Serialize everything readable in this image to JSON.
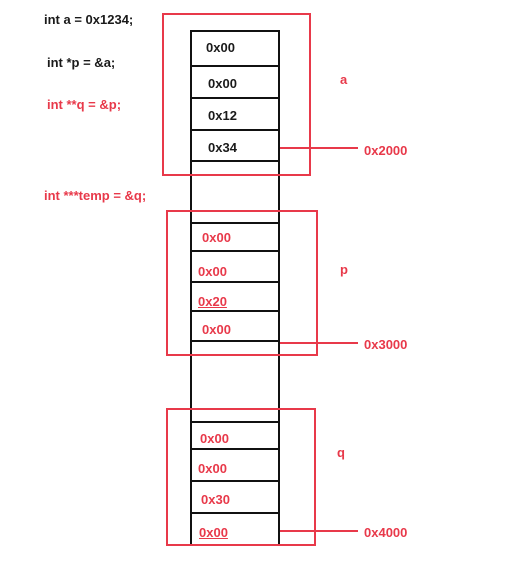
{
  "code_lines": [
    {
      "text": "int a = 0x1234;",
      "color": "#1a1a1a"
    },
    {
      "text": "int *p = &a;",
      "color": "#1a1a1a"
    },
    {
      "text": "int **q = &p;",
      "color": "#e8394a"
    },
    {
      "text": "int ***temp = &q;",
      "color": "#e8394a"
    }
  ],
  "variables": [
    {
      "name": "a",
      "address": "0x2000",
      "bytes": [
        "0x00",
        "0x00",
        "0x12",
        "0x34"
      ],
      "byte_color": "#1a1a1a"
    },
    {
      "name": "p",
      "address": "0x3000",
      "bytes": [
        "0x00",
        "0x00",
        "0x20",
        "0x00"
      ],
      "byte_color": "#e8394a"
    },
    {
      "name": "q",
      "address": "0x4000",
      "bytes": [
        "0x00",
        "0x00",
        "0x30",
        "0x00"
      ],
      "byte_color": "#e8394a"
    }
  ],
  "colors": {
    "accent": "#e8394a",
    "ink": "#1a1a1a"
  }
}
